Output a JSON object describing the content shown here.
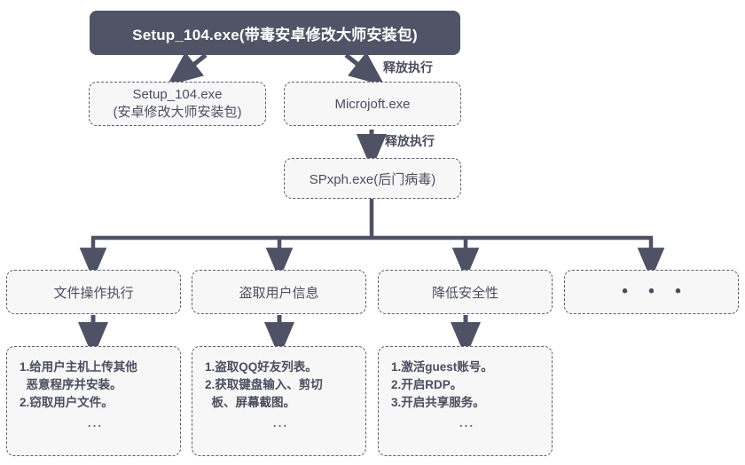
{
  "diagram": {
    "title_node": {
      "label": "Setup_104.exe(带毒安卓修改大师安装包)",
      "fill": "#505466",
      "text_color": "#ffffff"
    },
    "stage_nodes": [
      {
        "line1": "Setup_104.exe",
        "line2": "(安卓修改大师安装包)"
      },
      {
        "line1": "Microjoft.exe",
        "line2": ""
      },
      {
        "line1": "SPxph.exe(后门病毒)",
        "line2": ""
      }
    ],
    "edge_labels": {
      "release_execute_1": "释放执行",
      "release_execute_2": "释放执行"
    },
    "categories": [
      {
        "label": "文件操作执行"
      },
      {
        "label": "盗取用户信息"
      },
      {
        "label": "降低安全性"
      },
      {
        "label": "• • •"
      }
    ],
    "details": [
      {
        "lines": [
          "1.给用户主机上传其他",
          "  恶意程序并安装。",
          "2.窃取用户文件。"
        ],
        "ellipsis": "..."
      },
      {
        "lines": [
          "1.盗取QQ好友列表。",
          "2.获取键盘输入、剪切",
          "  板、屏幕截图。"
        ],
        "ellipsis": "..."
      },
      {
        "lines": [
          "1.激活guest账号。",
          "2.开启RDP。",
          "3.开启共享服务。"
        ],
        "ellipsis": "..."
      }
    ],
    "colors": {
      "node_fill": "#f7f7f8",
      "node_border": "#5a5e70",
      "connector": "#4e5264",
      "text": "#4a4e5e",
      "background": "#ffffff"
    }
  }
}
